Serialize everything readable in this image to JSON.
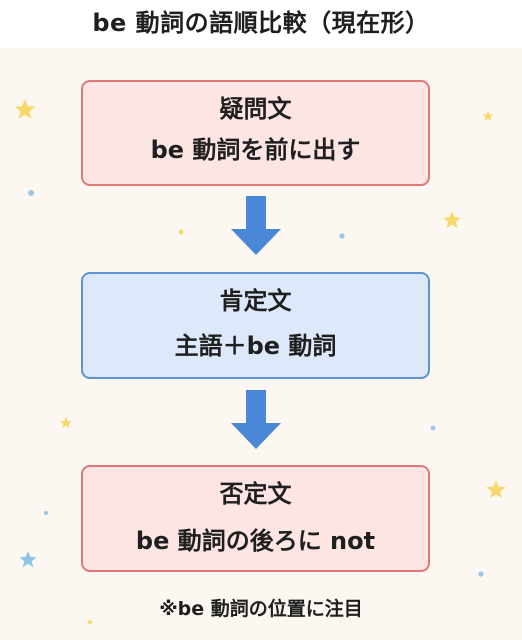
{
  "title": "be 動詞の語順比較（現在形）",
  "boxes": {
    "question": {
      "line1": "疑問文",
      "line2": "be 動詞を前に出す"
    },
    "affirmative": {
      "line1": "肯定文",
      "line2": "主語＋be 動詞"
    },
    "negative": {
      "line1": "否定文",
      "line2": "be 動詞の後ろに not"
    }
  },
  "footnote": "※be 動詞の位置に注目",
  "colors": {
    "pink_fill": "#fde5e4",
    "pink_border": "#e2777a",
    "blue_fill": "#dde9fb",
    "blue_border": "#5e93d3",
    "arrow": "#4a87d6",
    "star_yellow": "#f6d96a",
    "star_blue": "#8ec5e8",
    "background": "#fcf8f1"
  },
  "icons": [
    "down-arrow-icon",
    "star-icon",
    "dot-icon"
  ]
}
